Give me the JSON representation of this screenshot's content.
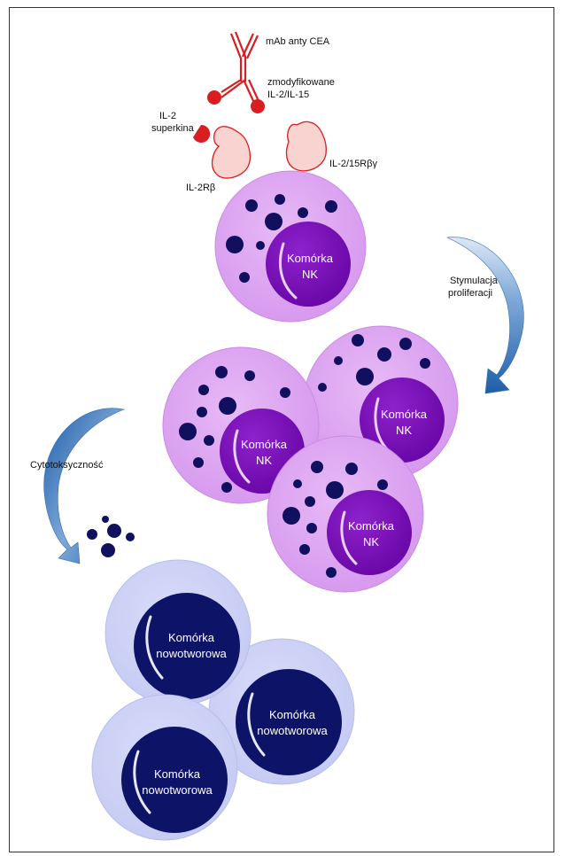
{
  "labels": {
    "antibody": "mAb anty CEA",
    "modified_line1": "zmodyfikowane",
    "modified_line2": "IL-2/IL-15",
    "superkine_line1": "IL-2",
    "superkine_line2": "superkina",
    "receptor_beta": "IL-2Rβ",
    "receptor_beta_gamma": "IL-2/15Rβγ",
    "stimulation_line1": "Stymulacja",
    "stimulation_line2": "proliferacji",
    "cytotoxicity": "Cytotoksyczność"
  },
  "nk_cell": {
    "line1": "Komórka",
    "line2": "NK"
  },
  "tumor_cell": {
    "line1": "Komórka",
    "line2": "nowotworowa"
  },
  "colors": {
    "nk_cytoplasm": "#DFA8F2",
    "nk_nucleus": "#7A0FB8",
    "granule": "#10105E",
    "tumor_cytoplasm": "#CDD2F7",
    "tumor_nucleus": "#0D1367",
    "cytokine_red": "#D81E1E",
    "receptor_fill": "#F9D3CF",
    "arrow_blue": "#2F6FB5"
  }
}
